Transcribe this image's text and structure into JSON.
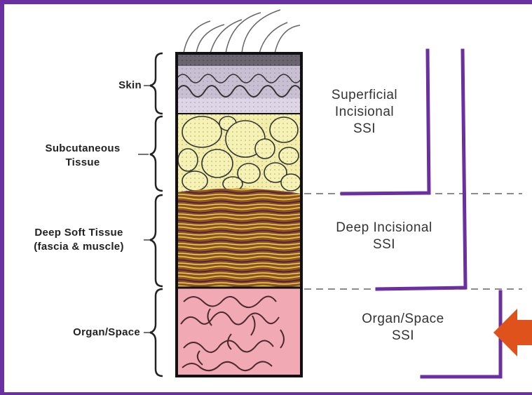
{
  "layers": {
    "skin": "Skin",
    "subcutaneous_line1": "Subcutaneous",
    "subcutaneous_line2": "Tissue",
    "deep_line1": "Deep Soft Tissue",
    "deep_line2": "(fascia & muscle)",
    "organ": "Organ/Space"
  },
  "categories": {
    "superficial_line1": "Superficial",
    "superficial_line2": "Incisional",
    "superficial_line3": "SSI",
    "deep_line1": "Deep Incisional",
    "deep_line2": "SSI",
    "organ_line1": "Organ/Space",
    "organ_line2": "SSI"
  },
  "colors": {
    "frame": "#6a2fa0",
    "bracket": "#6a2fa0",
    "arrow": "#e0521b",
    "skin": "#c9bfd3",
    "fat": "#f3eeaa",
    "muscle": "#7a4a1e",
    "organ": "#f1a9b3"
  },
  "icons": {
    "pointer": "arrow-left-icon"
  }
}
